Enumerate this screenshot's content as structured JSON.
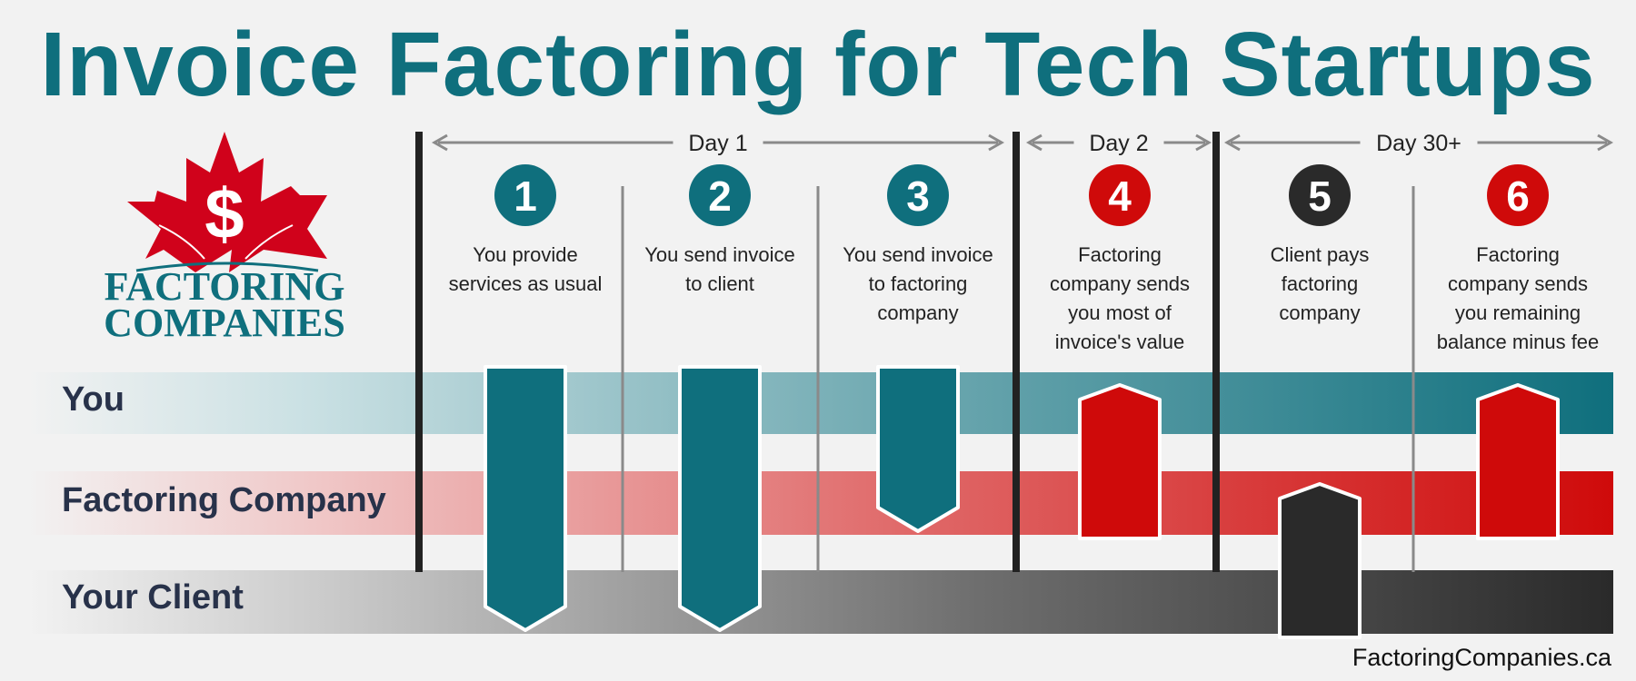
{
  "title": "Invoice Factoring for Tech Startups",
  "logo": {
    "symbol": "$",
    "line1": "FACTORING",
    "line2": "COMPANIES",
    "icon": "maple-leaf-icon",
    "leaf_color": "#d0021b",
    "text_color": "#0f6f7d"
  },
  "periods": [
    {
      "label": "Day 1"
    },
    {
      "label": "Day 2"
    },
    {
      "label": "Day 30+"
    }
  ],
  "lanes": [
    {
      "label": "You",
      "color": "#0f6f7d"
    },
    {
      "label": "Factoring Company",
      "color": "#cf0a0a"
    },
    {
      "label": "Your Client",
      "color": "#2a2a2a"
    }
  ],
  "steps": [
    {
      "number": "1",
      "lines": [
        "You  provide",
        "services as usual"
      ],
      "color": "#0f6f7d",
      "from": "You",
      "to": "Your Client"
    },
    {
      "number": "2",
      "lines": [
        "You send invoice",
        "to client"
      ],
      "color": "#0f6f7d",
      "from": "You",
      "to": "Your Client"
    },
    {
      "number": "3",
      "lines": [
        "You send invoice",
        "to factoring",
        "company"
      ],
      "color": "#0f6f7d",
      "from": "You",
      "to": "Factoring Company"
    },
    {
      "number": "4",
      "lines": [
        "Factoring",
        "company sends",
        "you most of",
        "invoice's value"
      ],
      "color": "#cf0a0a",
      "from": "Factoring Company",
      "to": "You"
    },
    {
      "number": "5",
      "lines": [
        "Client pays",
        "factoring",
        "company"
      ],
      "color": "#2a2a2a",
      "from": "Your Client",
      "to": "Factoring Company"
    },
    {
      "number": "6",
      "lines": [
        "Factoring",
        "company sends",
        "you remaining",
        "balance minus fee"
      ],
      "color": "#cf0a0a",
      "from": "Factoring Company",
      "to": "You"
    }
  ],
  "footer": "FactoringCompanies.ca"
}
